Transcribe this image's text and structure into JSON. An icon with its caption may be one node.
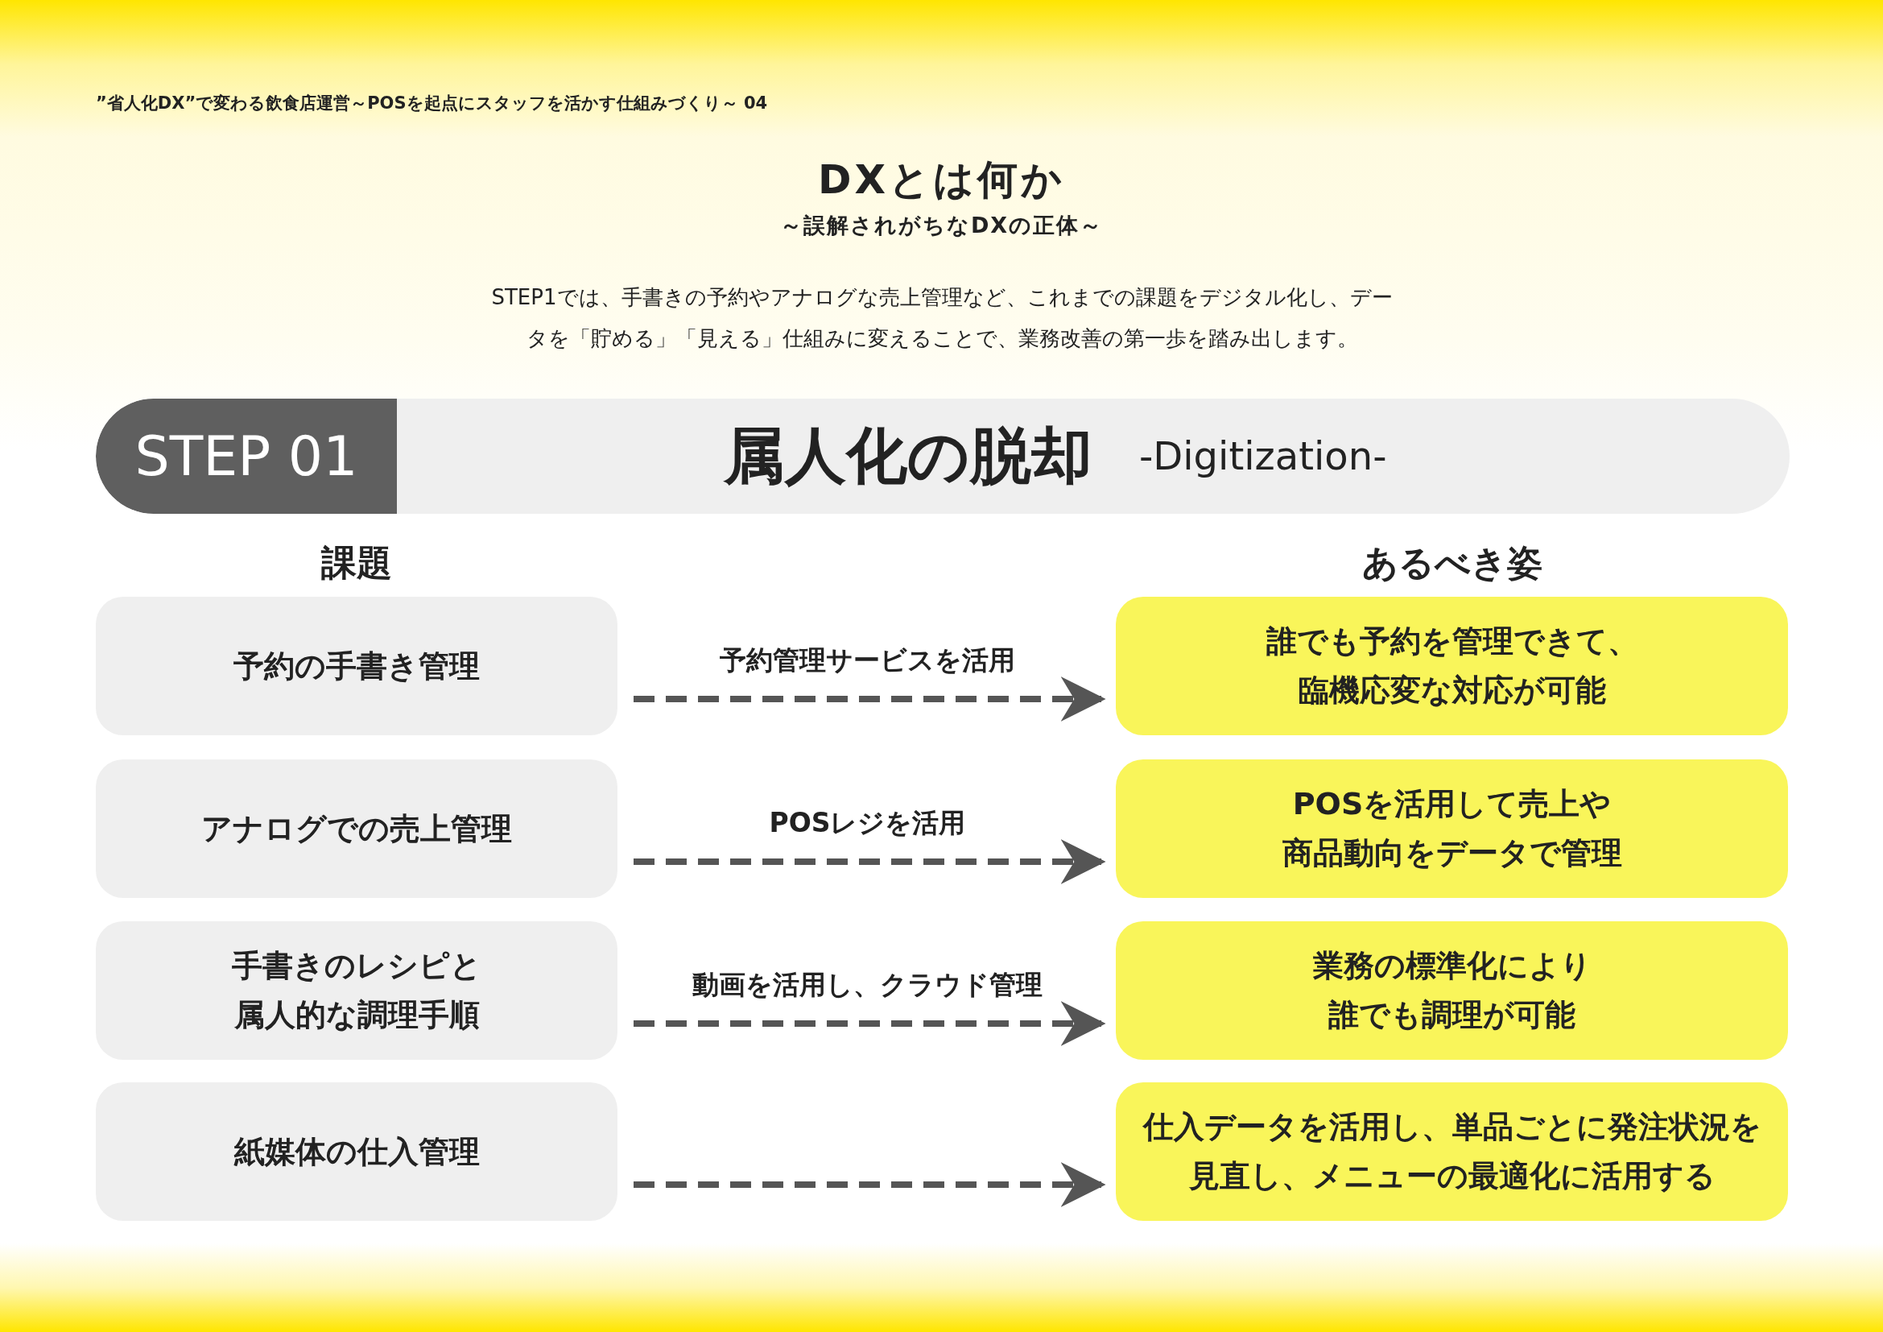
{
  "diagram": {
    "title": "DXとは何か",
    "nodes": [
      {
        "text": [
          "STEP 01",
          "属人化の脱却",
          "-Digitization-"
        ]
      },
      {
        "text": [
          "予約の手書き管理"
        ]
      },
      {
        "text": [
          "アナログでの売上管理"
        ]
      },
      {
        "text": [
          "手書きのレシピと属人的な調理手順"
        ]
      },
      {
        "text": [
          "紙媒体の仕入管理"
        ]
      },
      {
        "text": [
          "誰でも予約を管理できて、臨機応変な対応が可能"
        ]
      },
      {
        "text": [
          "POSを活用して売上や商品動向をデータで管理"
        ]
      },
      {
        "text": [
          "業務の標準化により誰でも調理が可能"
        ]
      },
      {
        "text": [
          "仕入データを活用し、単品ごとに発注状況を見直し、メニューの最適化に活用する"
        ]
      }
    ],
    "edges": [
      {
        "from": 1,
        "to": 5,
        "arrow": "to",
        "style": "dashed",
        "label": "予約管理サービスを活用"
      },
      {
        "from": 2,
        "to": 6,
        "arrow": "to",
        "style": "dashed",
        "label": "POSレジを活用"
      },
      {
        "from": 3,
        "to": 7,
        "arrow": "to",
        "style": "dashed",
        "label": "動画を活用し、クラウド管理"
      },
      {
        "from": 4,
        "to": 8,
        "arrow": "to",
        "style": "dashed"
      }
    ],
    "labels": [
      "”省人化DX”で変わる飲食店運営～POSを起点にスタッフを活かす仕組みづくり～ 04",
      "～誤解されがちなDXの正体～",
      "STEP1では、手書きの予約やアナログな売上管理など、これまでの課題をデジタル化し、データを「貯める」「見える」仕組みに変えることで、業務改善の第一歩を踏み出します。",
      "課題",
      "あるべき姿"
    ]
  }
}
